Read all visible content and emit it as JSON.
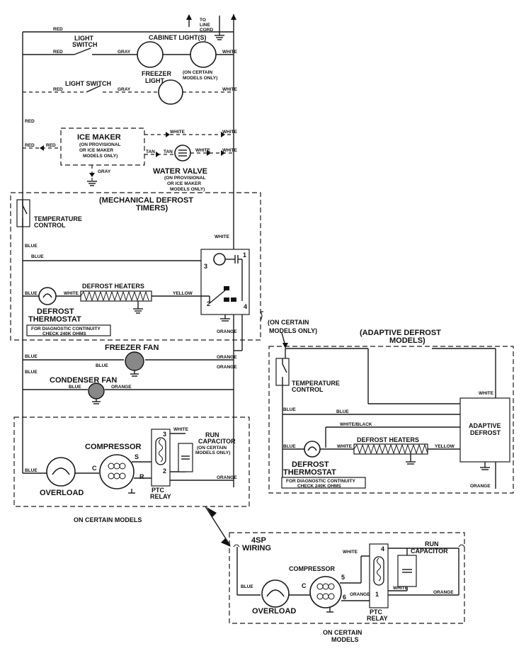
{
  "top": {
    "to_line_cord": [
      "TO",
      "LINE",
      "CORD"
    ]
  },
  "wires": {
    "red": "RED",
    "gray": "GRAY",
    "white": "WHITE",
    "blue": "BLUE",
    "tan": "TAN",
    "yellow": "YELLOW",
    "orange": "ORANGE",
    "white_black": "WHITE/BLACK"
  },
  "lights": {
    "light_switch": [
      "LIGHT",
      "SWITCH"
    ],
    "light_switch_2": "LIGHT SWITCH",
    "cabinet_lights": "CABINET LIGHT(S)",
    "freezer_light": [
      "FREEZER",
      "LIGHT"
    ],
    "on_certain_models_only": [
      "(ON CERTAIN",
      "MODELS ONLY)"
    ]
  },
  "ice_maker": {
    "title": "ICE MAKER",
    "note": [
      "(ON PROVISIONAL",
      "OR ICE MAKER",
      "MODELS ONLY)"
    ],
    "water_valve": "WATER VALVE",
    "water_valve_note": [
      "(ON PROVISIONAL",
      "OR ICE MAKER",
      "MODELS ONLY)"
    ]
  },
  "mechanical": {
    "title": [
      "(MECHANICAL DEFROST",
      "TIMERS)"
    ],
    "temperature_control": [
      "TEMPERATURE",
      "CONTROL"
    ],
    "defrost_heaters": "DEFROST HEATERS",
    "defrost_thermostat": [
      "DEFROST",
      "THERMOSTAT"
    ],
    "diagnostic_note": [
      "FOR DIAGNOSTIC CONTINUITY",
      "CHECK 240K OHMS"
    ],
    "terminals": [
      "1",
      "2",
      "3",
      "4"
    ]
  },
  "fans": {
    "freezer_fan": "FREEZER FAN",
    "condenser_fan": "CONDENSER FAN"
  },
  "compressor_section": {
    "compressor": "COMPRESSOR",
    "overload": "OVERLOAD",
    "run_capacitor": [
      "RUN",
      "CAPACITOR",
      "(ON CERTAIN",
      "MODELS ONLY)"
    ],
    "ptc_relay": [
      "PTC",
      "RELAY"
    ],
    "pins": [
      "C",
      "S",
      "R"
    ],
    "relay_terminals": [
      "3",
      "2"
    ],
    "caption": "ON CERTAIN MODELS"
  },
  "adaptive": {
    "on_certain_models_only": [
      "(ON CERTAIN",
      "MODELS ONLY)"
    ],
    "title": [
      "(ADAPTIVE DEFROST",
      "MODELS)"
    ],
    "temperature_control": [
      "TEMPERATURE",
      "CONTROL"
    ],
    "adaptive_defrost": [
      "ADAPTIVE",
      "DEFROST"
    ],
    "defrost_heaters": "DEFROST HEATERS",
    "defrost_thermostat": [
      "DEFROST",
      "THERMOSTAT"
    ],
    "diagnostic_note": [
      "FOR DIAGNOSTIC CONTINUITY",
      "CHECK 240K OHMS"
    ]
  },
  "four_sp": {
    "title": [
      "4SP",
      "WIRING"
    ],
    "compressor": "COMPRESSOR",
    "overload": "OVERLOAD",
    "run_capacitor": [
      "RUN",
      "CAPACITOR"
    ],
    "ptc_relay": [
      "PTC",
      "RELAY"
    ],
    "pins": [
      "C",
      "5",
      "6"
    ],
    "relay_terminals": [
      "4",
      "1"
    ],
    "caption": [
      "ON CERTAIN",
      "MODELS"
    ]
  }
}
